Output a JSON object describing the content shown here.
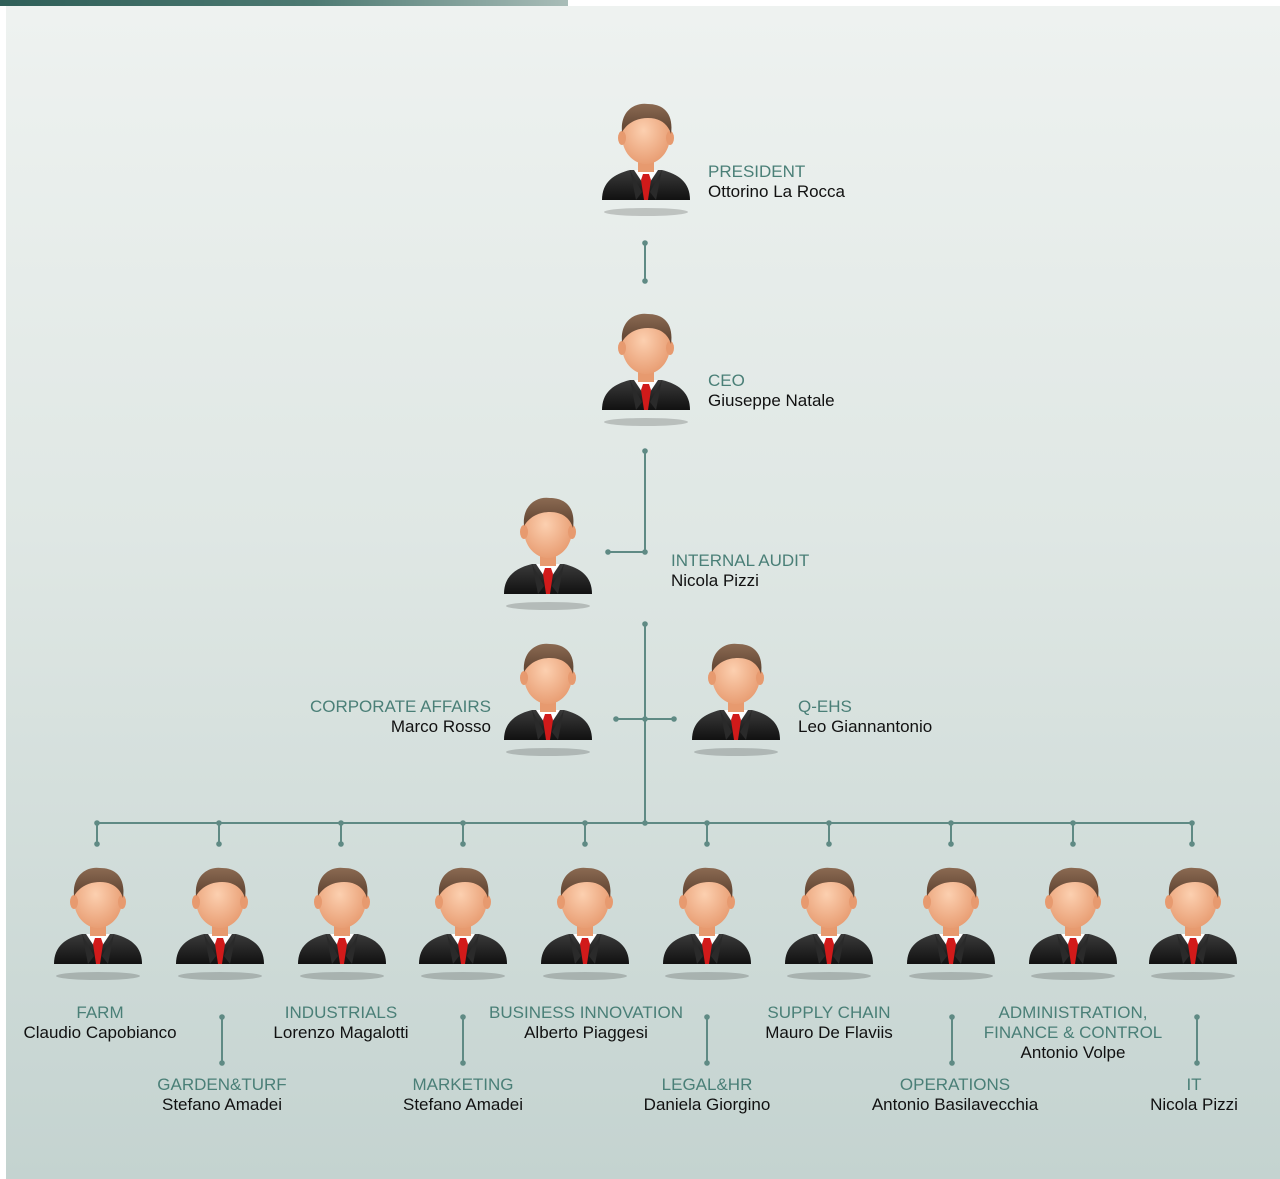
{
  "colors": {
    "accent": "#4a7f77",
    "connector": "#5f8a84",
    "tie": "#d11a1a",
    "suit": "#1b1b1b",
    "skin": "#f2b089",
    "hair": "#6a4f3d"
  },
  "icons": {
    "person": "businessman-avatar-icon"
  },
  "org": {
    "president": {
      "role": "PRESIDENT",
      "name": "Ottorino La Rocca"
    },
    "ceo": {
      "role": "CEO",
      "name": "Giuseppe Natale"
    },
    "internal_audit": {
      "role": "INTERNAL AUDIT",
      "name": "Nicola Pizzi"
    },
    "corporate_affairs": {
      "role": "CORPORATE AFFAIRS",
      "name": "Marco Rosso"
    },
    "q_ehs": {
      "role": "Q-EHS",
      "name": "Leo Giannantonio"
    },
    "departments": [
      {
        "role": "FARM",
        "name": "Claudio Capobianco"
      },
      {
        "role": "GARDEN&TURF",
        "name": "Stefano Amadei"
      },
      {
        "role": "INDUSTRIALS",
        "name": "Lorenzo Magalotti"
      },
      {
        "role": "MARKETING",
        "name": "Stefano Amadei"
      },
      {
        "role": "BUSINESS INNOVATION",
        "name": "Alberto Piaggesi"
      },
      {
        "role": "LEGAL&HR",
        "name": "Daniela Giorgino"
      },
      {
        "role": "SUPPLY CHAIN",
        "name": "Mauro De Flaviis"
      },
      {
        "role": "OPERATIONS",
        "name": "Antonio Basilavecchia"
      },
      {
        "role": "ADMINISTRATION,",
        "role2": "FINANCE & CONTROL",
        "name": "Antonio Volpe"
      },
      {
        "role": "IT",
        "name": "Nicola Pizzi"
      }
    ]
  }
}
